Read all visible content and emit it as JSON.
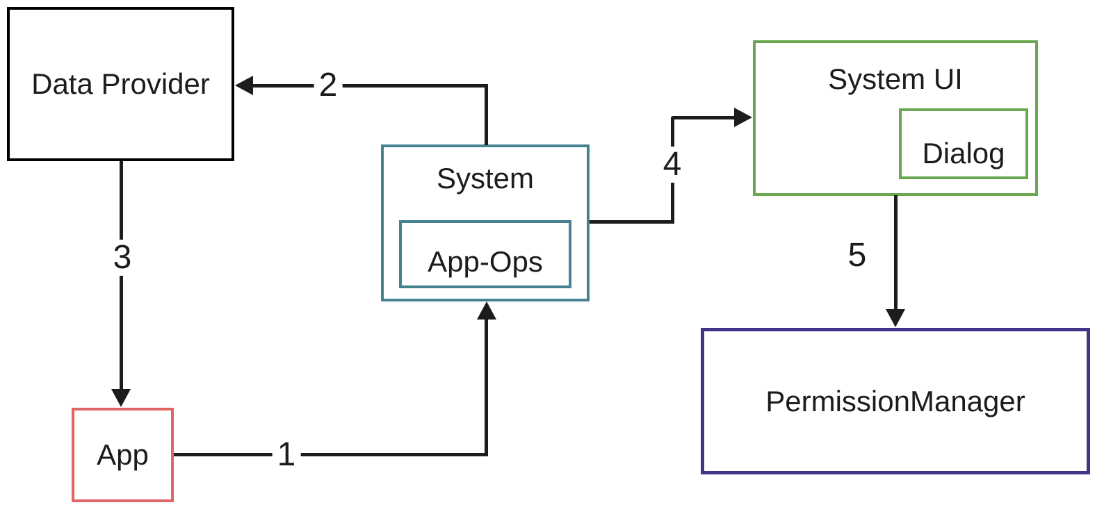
{
  "nodes": {
    "data_provider": {
      "label": "Data Provider",
      "border_color": "#000000"
    },
    "app": {
      "label": "App",
      "border_color": "#e06666"
    },
    "system": {
      "label": "System",
      "border_color": "#45818e"
    },
    "app_ops": {
      "label": "App-Ops",
      "border_color": "#45818e",
      "parent": "system"
    },
    "system_ui": {
      "label": "System UI",
      "border_color": "#6aa84f"
    },
    "dialog": {
      "label": "Dialog",
      "border_color": "#6aa84f",
      "parent": "system_ui"
    },
    "permission_manager": {
      "label": "PermissionManager",
      "border_color": "#3f3689"
    }
  },
  "edges": [
    {
      "label": "1",
      "from": "app",
      "to": "system"
    },
    {
      "label": "2",
      "from": "system",
      "to": "data_provider"
    },
    {
      "label": "3",
      "from": "data_provider",
      "to": "app"
    },
    {
      "label": "4",
      "from": "system",
      "to": "system_ui"
    },
    {
      "label": "5",
      "from": "system_ui",
      "to": "permission_manager"
    }
  ],
  "colors": {
    "black": "#000000",
    "red": "#e06666",
    "teal": "#45818e",
    "green": "#6aa84f",
    "purple": "#3f3689",
    "line": "#1c1c1c",
    "text": "#1c1c1c"
  }
}
